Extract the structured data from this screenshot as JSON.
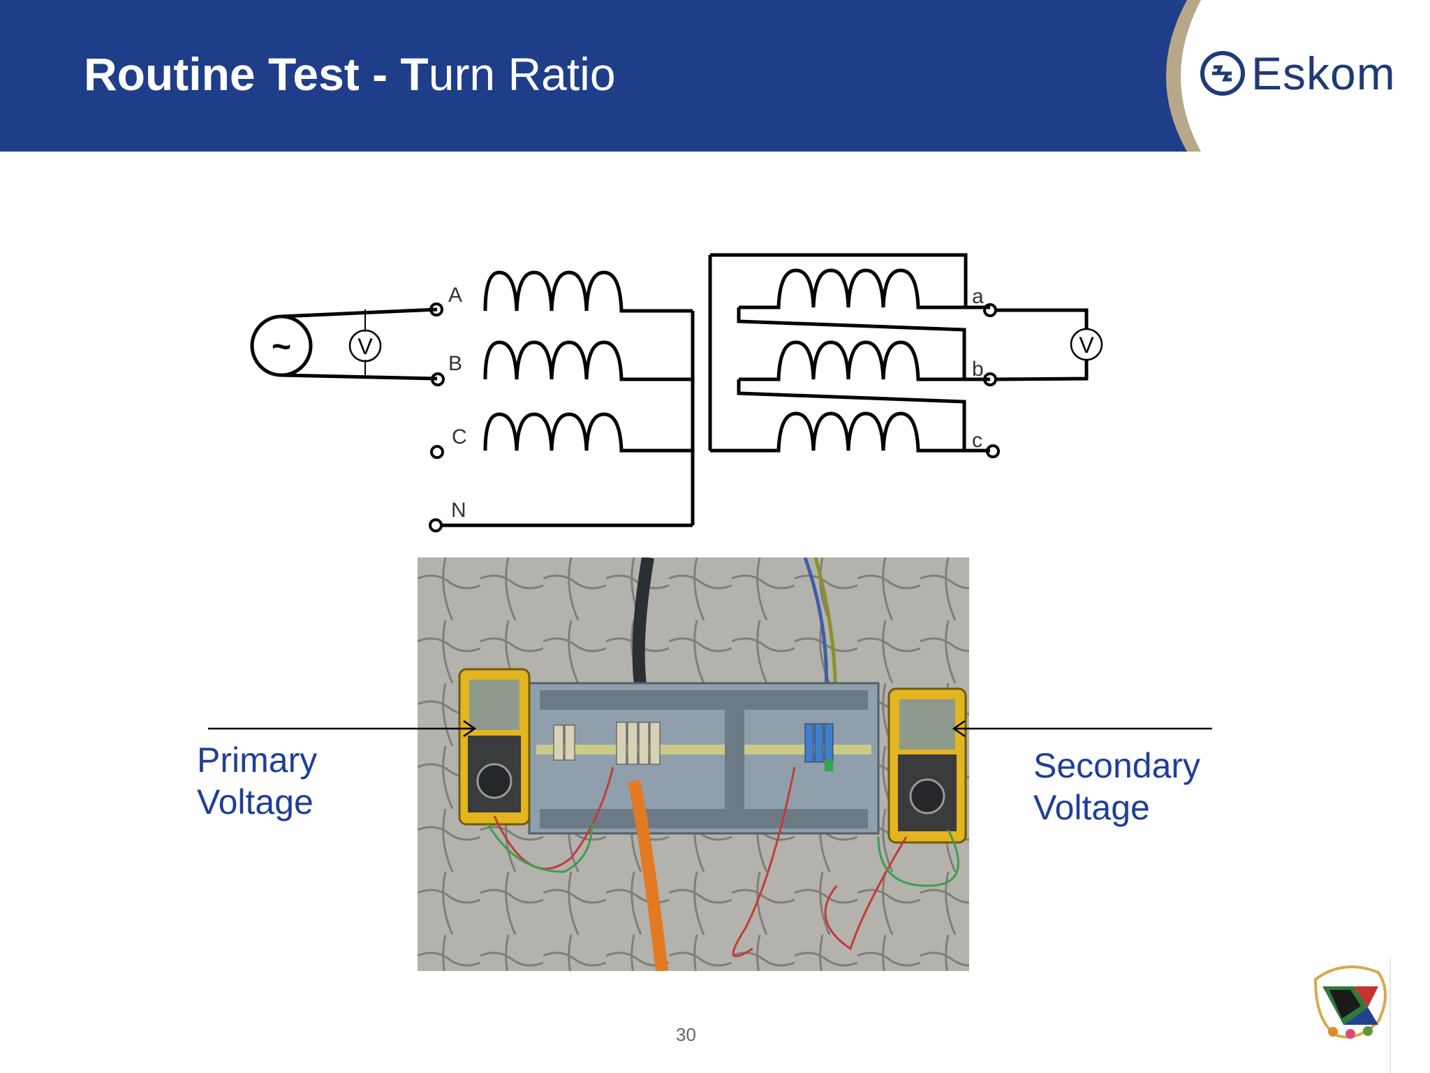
{
  "slide": {
    "title_bold": "Routine Test - T",
    "title_rest": "urn Ratio",
    "page_number": "30"
  },
  "logo": {
    "word": "Eskom",
    "icon": "eskom-logo-icon"
  },
  "diagram": {
    "source_symbol": "~",
    "voltmeter_symbol": "V",
    "primary_terminals": [
      "A",
      "B",
      "C",
      "N"
    ],
    "secondary_terminals": [
      "a",
      "b",
      "c"
    ]
  },
  "labels": {
    "primary_line1": "Primary",
    "primary_line2": "Voltage",
    "secondary_line1": "Secondary",
    "secondary_line2": "Voltage"
  },
  "colors": {
    "header": "#1f3e8a",
    "label_text": "#1f3e9a",
    "logo_text": "#1f3a7a"
  }
}
